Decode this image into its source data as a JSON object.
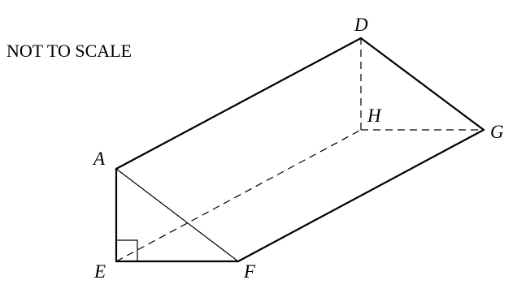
{
  "diagram": {
    "note": "NOT TO SCALE",
    "vertices": {
      "A": "A",
      "D": "D",
      "E": "E",
      "F": "F",
      "G": "G",
      "H": "H"
    }
  }
}
